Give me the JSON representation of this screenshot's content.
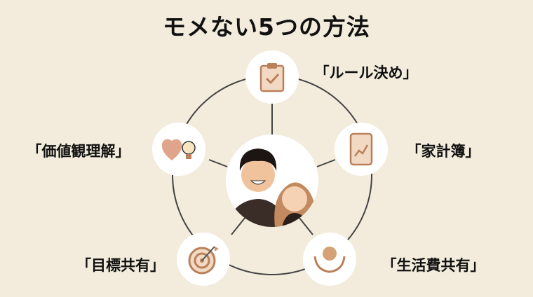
{
  "title": "モメない5つの方法",
  "methods": [
    {
      "label": "「ルール決め」",
      "icon": "clipboard-check-icon"
    },
    {
      "label": "「家計簿」",
      "icon": "tablet-chart-icon"
    },
    {
      "label": "「生活費共有」",
      "icon": "hands-coin-icon"
    },
    {
      "label": "「目標共有」",
      "icon": "target-flag-icon"
    },
    {
      "label": "「価値観理解」",
      "icon": "heart-lightbulb-icon"
    }
  ],
  "colors": {
    "background": "#f3ecdc",
    "accent": "#c9926b",
    "line": "#444444"
  }
}
